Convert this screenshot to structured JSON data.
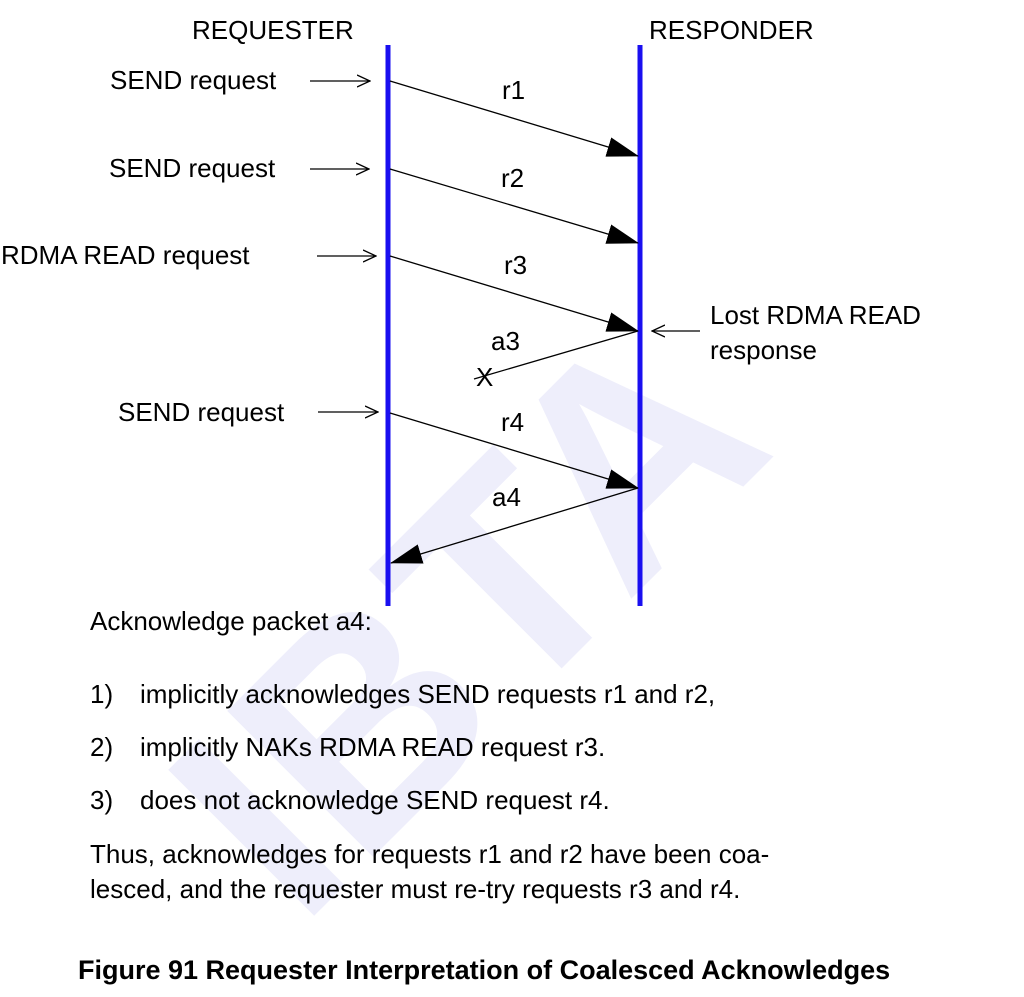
{
  "diagram": {
    "colors": {
      "lifeline": "#1a0ff0",
      "arrow": "#000000",
      "watermark": "#eeeefb"
    },
    "watermark_text": "IBTA",
    "lifelines": [
      {
        "id": "requester",
        "label": "REQUESTER"
      },
      {
        "id": "responder",
        "label": "RESPONDER"
      }
    ],
    "side_labels": [
      {
        "text": "SEND request"
      },
      {
        "text": "SEND request"
      },
      {
        "text": "RDMA READ request"
      },
      {
        "text": "SEND request"
      }
    ],
    "messages": [
      {
        "label": "r1",
        "from": "requester",
        "to": "responder"
      },
      {
        "label": "r2",
        "from": "requester",
        "to": "responder"
      },
      {
        "label": "r3",
        "from": "requester",
        "to": "responder"
      },
      {
        "label": "a3",
        "from": "responder",
        "to": "requester",
        "lost": true,
        "lost_marker": "X"
      },
      {
        "label": "r4",
        "from": "requester",
        "to": "responder"
      },
      {
        "label": "a4",
        "from": "responder",
        "to": "requester"
      }
    ],
    "annotation": {
      "line1": "Lost RDMA READ",
      "line2": "response"
    }
  },
  "body": {
    "intro": "Acknowledge packet a4:",
    "items": [
      {
        "num": "1)",
        "text": "implicitly acknowledges SEND requests r1 and r2,"
      },
      {
        "num": "2)",
        "text": "implicitly NAKs RDMA READ request r3."
      },
      {
        "num": "3)",
        "text": "does not acknowledge SEND request r4."
      }
    ],
    "conclusion_line1": "Thus, acknowledges for requests r1 and r2 have been coa-",
    "conclusion_line2": "lesced, and the requester must re-try requests r3 and r4."
  },
  "caption": "Figure 91  Requester Interpretation of Coalesced Acknowledges"
}
